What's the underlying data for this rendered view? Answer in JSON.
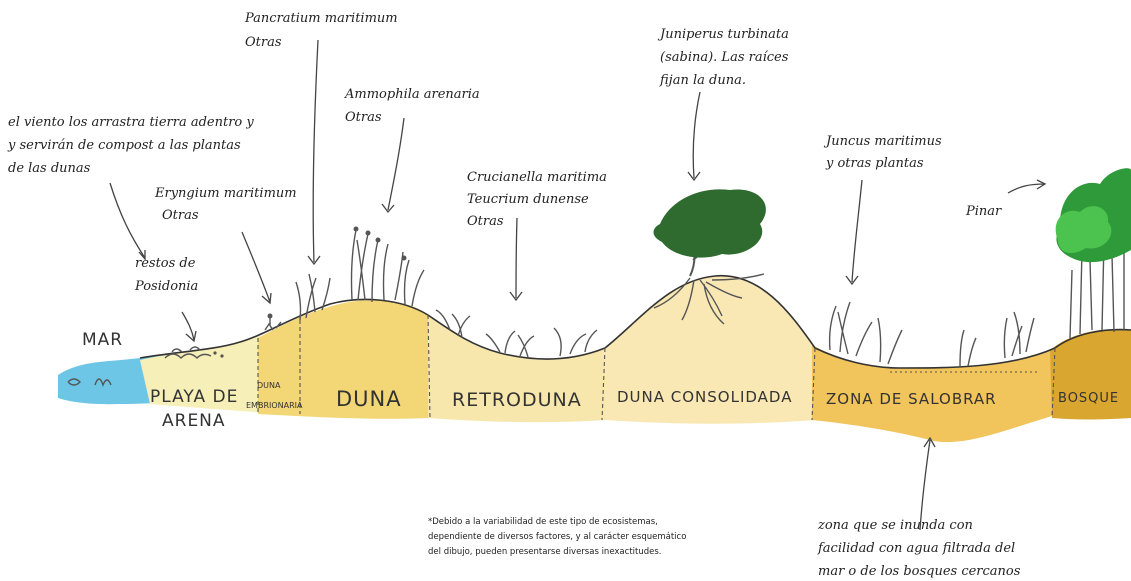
{
  "labels": {
    "mar": "MAR",
    "playa_1": "PLAYA DE",
    "playa_2": "ARENA",
    "duna_emb_1": "DUNA",
    "duna_emb_2": "EMBRIONARIA",
    "duna": "DUNA",
    "retroduna": "RETRODUNA",
    "duna_consolidada": "DUNA CONSOLIDADA",
    "salobrar": "ZONA DE SALOBRAR",
    "bosque": "BOSQUE"
  },
  "annotations": {
    "viento": [
      "el viento los arrastra tierra adentro y",
      "y servirán de compost a las plantas",
      "de las dunas"
    ],
    "posidonia": [
      "restos de",
      "Posidonia"
    ],
    "eryngium": [
      "Eryngium maritimum",
      "Otras"
    ],
    "pancratium": [
      "Pancratium maritimum",
      "Otras"
    ],
    "ammophila": [
      "Ammophila arenaria",
      "Otras"
    ],
    "crucianella": [
      "Crucianella maritima",
      "Teucrium dunense",
      "Otras"
    ],
    "juniperus": [
      "Juniperus turbinata",
      "(sabina). Las raíces",
      "fijan la duna."
    ],
    "juncus": [
      "Juncus maritimus",
      "y otras plantas"
    ],
    "pinar": "Pinar",
    "inunda": [
      "zona que se inunda con",
      "facilidad con agua filtrada del",
      "mar o de los bosques cercanos"
    ]
  },
  "disclaimer": [
    "*Debido a la variabilidad de este tipo de ecosistemas,",
    "dependiente de diversos factores, y al carácter esquemático",
    "del dibujo, pueden presentarse diversas inexactitudes."
  ],
  "colors": {
    "sea": "#6ec6e6",
    "beach": "#f6efb8",
    "dune": "#f3d675",
    "retroduna": "#f7e7ad",
    "consolidada": "#f9e8b4",
    "salobrar": "#f1c45c",
    "bosque": "#d9a630",
    "tree": "#2f9a3a",
    "tree_light": "#4cc24f",
    "sabina": "#2f6b2f"
  }
}
